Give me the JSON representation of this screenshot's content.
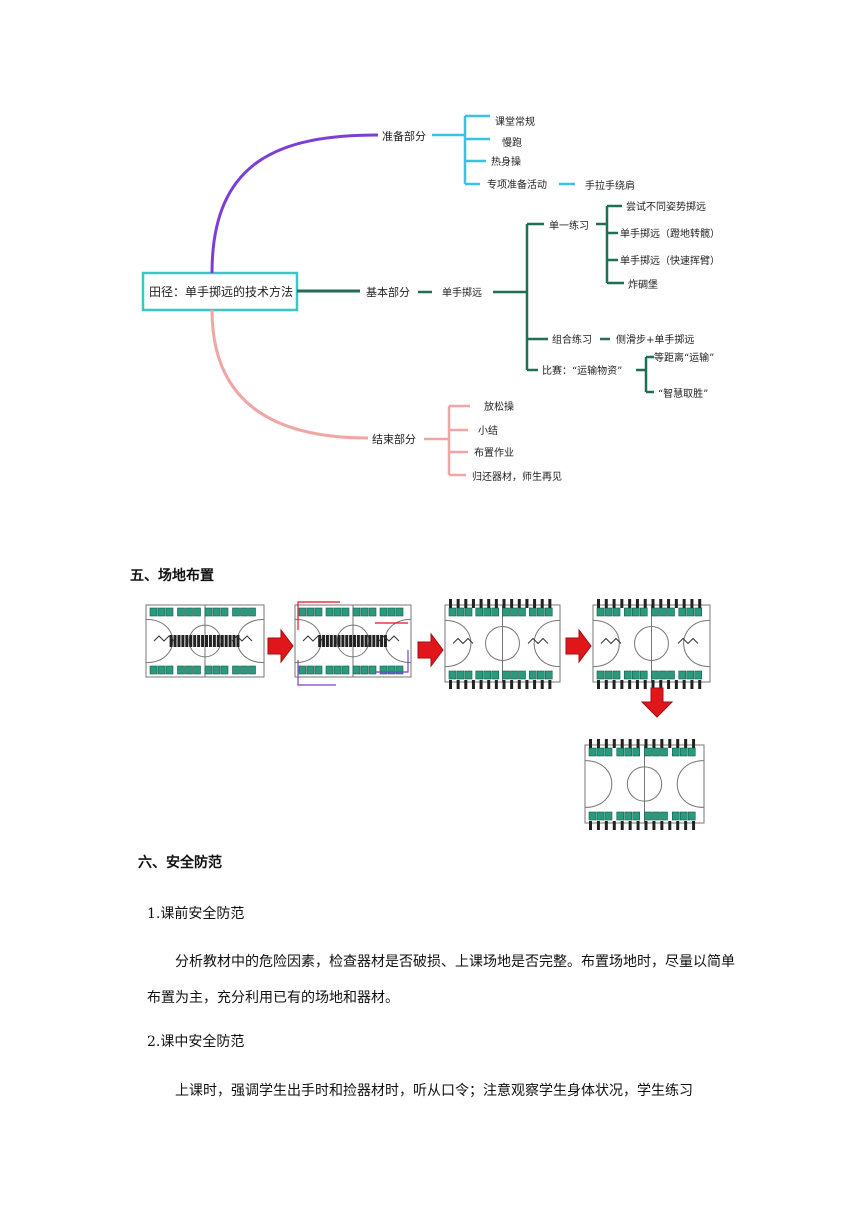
{
  "mindmap": {
    "root": "田径：单手掷远的技术方法",
    "colors": {
      "purple": "#7b3fd6",
      "cyan": "#39c3e3",
      "green": "#1f6e55",
      "pink": "#f0a6a4",
      "root_border": "#39c7c4"
    },
    "prep": {
      "label": "准备部分",
      "items": [
        "课堂常规",
        "慢跑",
        "热身操",
        "专项准备活动"
      ],
      "sub": "手拉手绕肩"
    },
    "basic": {
      "label": "基本部分",
      "main": "单手掷远",
      "single": {
        "label": "单一练习",
        "items": [
          "尝试不同姿势掷远",
          "单手掷远（蹬地转髋）",
          "单手掷远（快速挥臂）",
          "炸碉堡"
        ]
      },
      "combo": {
        "label": "组合练习",
        "item": "侧滑步+单手掷远"
      },
      "game": {
        "label": "比赛：“运输物资”",
        "items": [
          "等距离“运输”",
          "“智慧取胜”"
        ]
      }
    },
    "end": {
      "label": "结束部分",
      "items": [
        "放松操",
        "小结",
        "布置作业",
        "归还器材，师生再见"
      ]
    }
  },
  "sections": {
    "field_layout": "五、场地布置",
    "safety": "六、安全防范"
  },
  "safety": {
    "sub1": "1.课前安全防范",
    "para1": "分析教材中的危险因素，检查器材是否破损、上课场地是否完整。布置场地时，尽量以简单布置为主，充分利用已有的场地和器材。",
    "sub2": "2.课中安全防范",
    "para2": "上课时，强调学生出手时和捡器材时，听从口令；注意观察学生身体状况，学生练习"
  },
  "fields": {
    "arrow_color": "#e0161b",
    "equipment_color": "#2a9a7e"
  }
}
